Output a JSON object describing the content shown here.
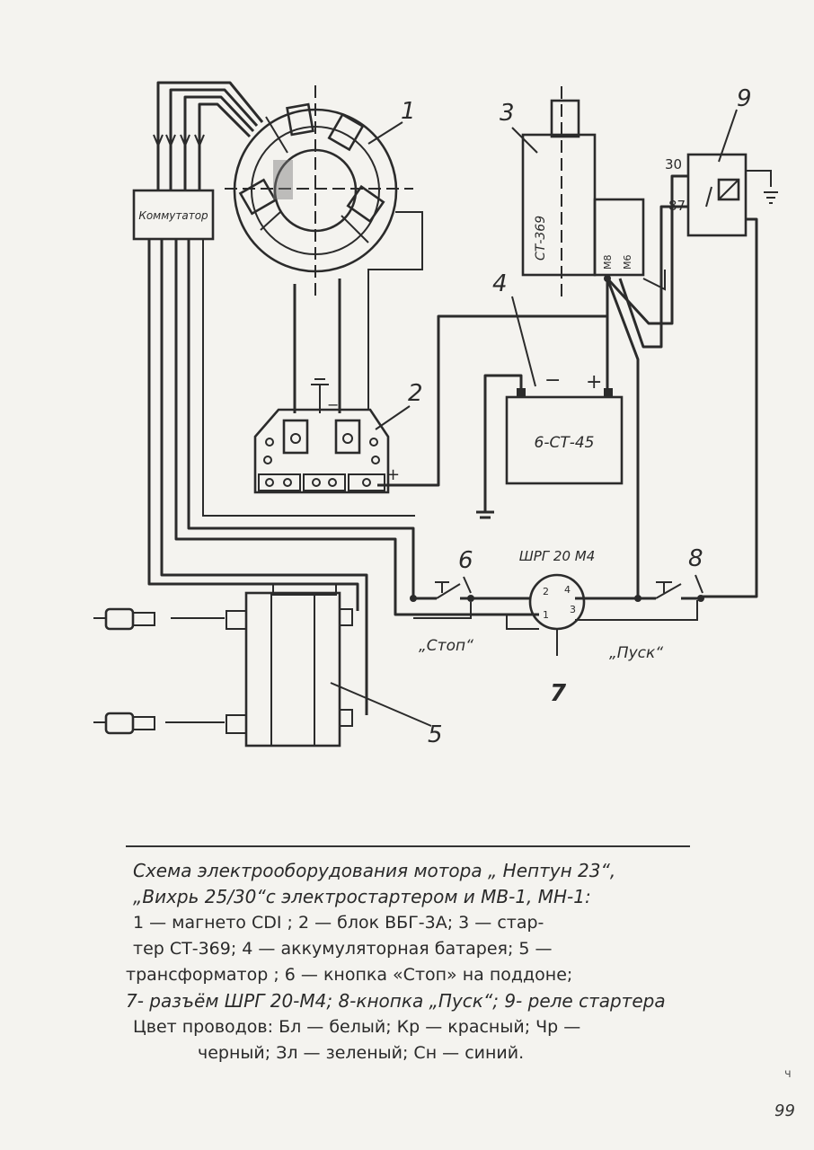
{
  "diagram": {
    "component_numbers": [
      "1",
      "2",
      "3",
      "4",
      "5",
      "6",
      "7",
      "8",
      "9"
    ],
    "commutator_label": "Коммутатор",
    "starter_label": "СТ-369",
    "starter_term_m8": "М8",
    "starter_term_m6": "М6",
    "battery_label": "6-СТ-45",
    "battery_minus": "−",
    "battery_plus": "+",
    "block_plus": "+",
    "block_minus": "−",
    "relay_30": "30",
    "relay_87": "87",
    "connector_label": "ШРГ 20 М4",
    "connector_pins": [
      "1",
      "2",
      "3",
      "4"
    ],
    "stop_label": "„Стоп“",
    "start_label": "„Пуск“",
    "colors": {
      "ink": "#2b2b2b",
      "paper": "#f4f3ef"
    }
  },
  "caption": {
    "title_line1": "Схема электрооборудования мотора  „ Нептун 23“,",
    "title_line2": "„Вихрь 25/30“с  электростартером  и  МВ-1, МН-1:",
    "line3": "1 — магнето  CDI  ;  2 — блок  ВБГ-3А;  3 — стар-",
    "line4": "тер  СТ-369;  4 — аккумуляторная  батарея;  5 —",
    "line5": "трансформатор  ;  6 — кнопка «Стоп» на поддоне;",
    "line6": "7- разъём ШРГ 20-М4;  8-кнопка „Пуск“;  9- реле стартера",
    "line7": "Цвет проводов: Бл — белый; Кр — красный; Чр —",
    "line8": "черный; Зл — зеленый; Сн — синий."
  },
  "page": {
    "number": "99",
    "corner_mark": "ч"
  }
}
